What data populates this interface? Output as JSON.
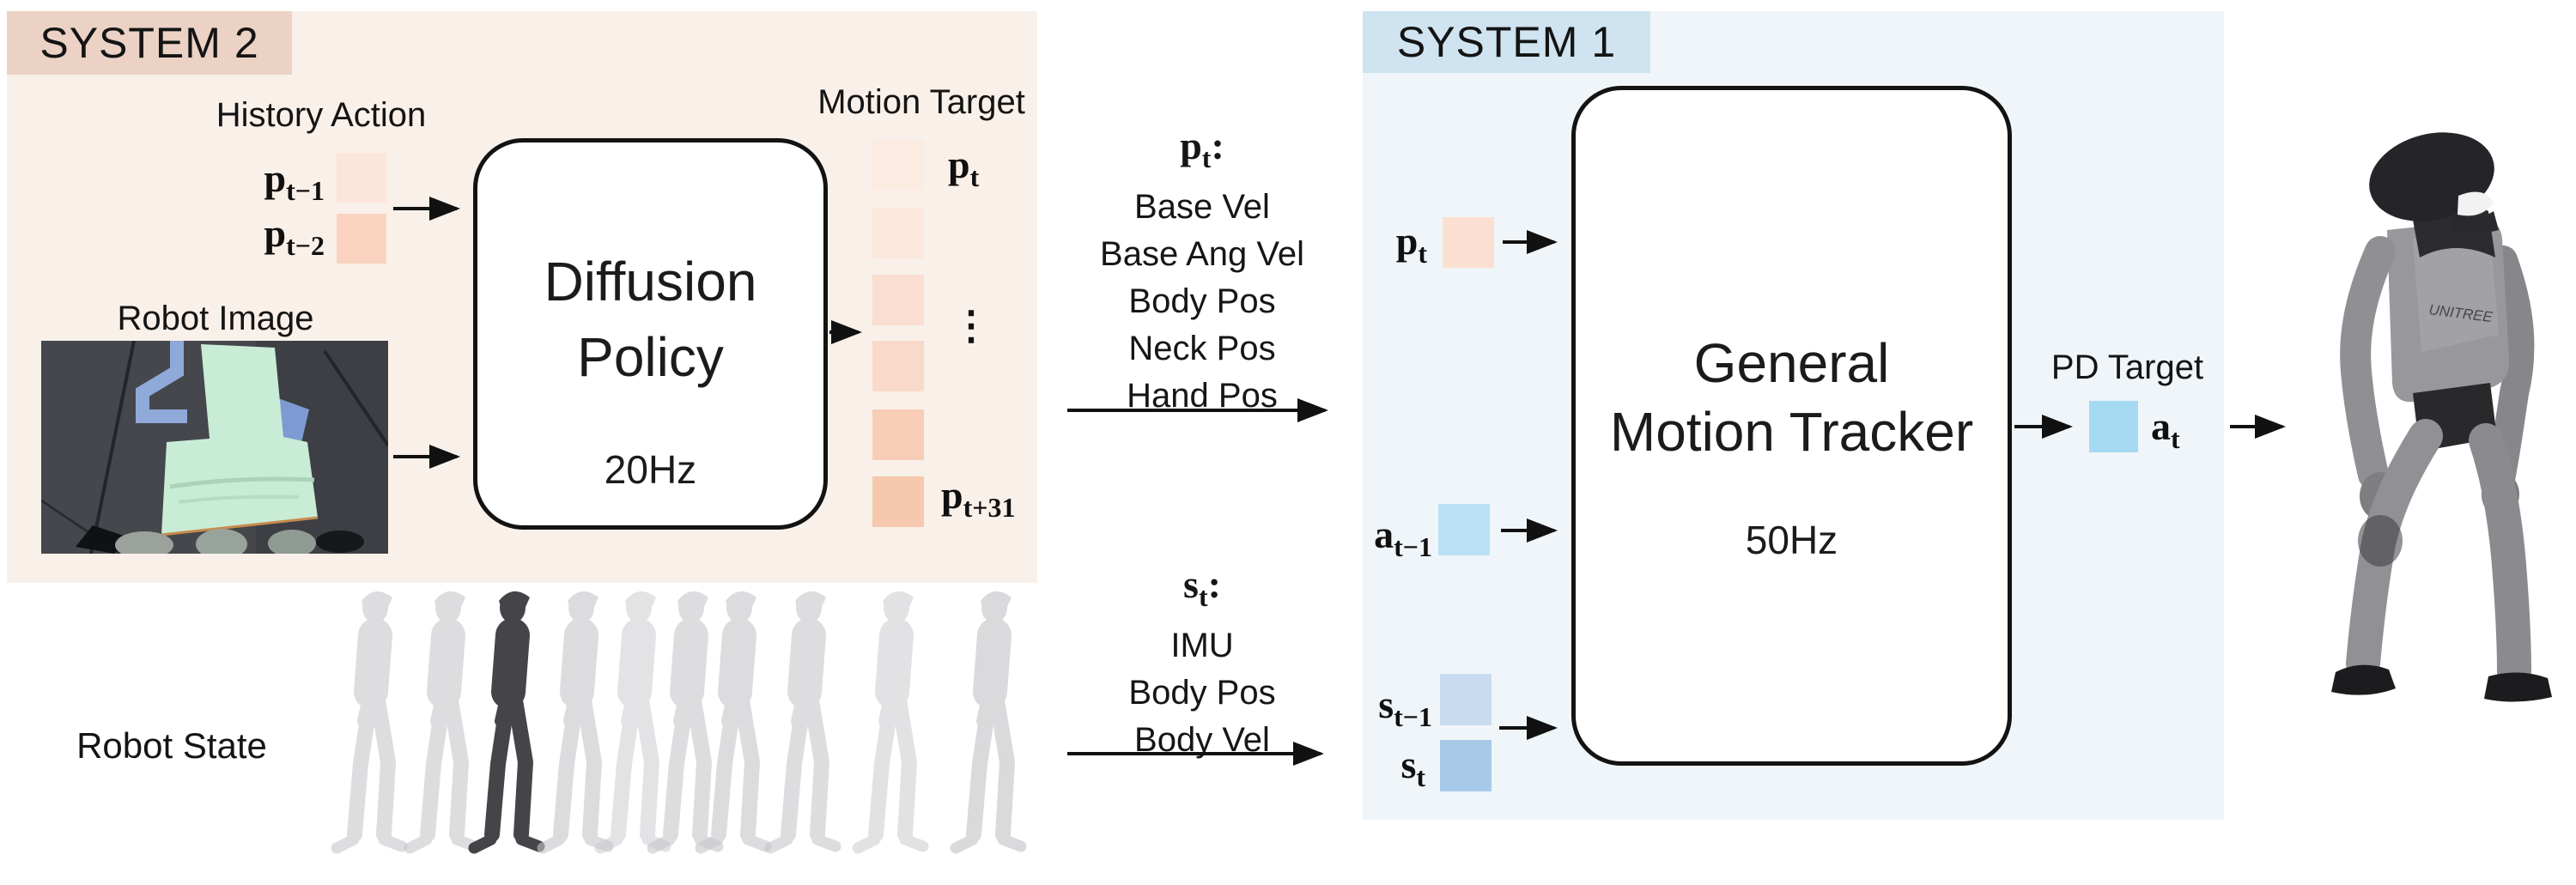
{
  "colors": {
    "s2_panel": "#f9f0ea",
    "s2_chip": "#ebd2c5",
    "s1_panel": "#eff5f9",
    "s1_chip": "#cfe3f0",
    "hist_sq1": "#fce5d9",
    "hist_sq2": "#f9d3c0",
    "mt_squares": [
      "#fcebe1",
      "#fce8dc",
      "#f9ded1",
      "#f9d9c9",
      "#f8cdb6",
      "#f6c8ae"
    ],
    "s1_pt_sq": "#fbe0d1",
    "s1_atm1_sq": "#b9e0f5",
    "s1_stm1_sq": "#c9dcef",
    "s1_st_sq": "#a9c9e9",
    "pd_sq": "#a5daf2"
  },
  "system2": {
    "label": "SYSTEM 2",
    "history_action_title": "History Action",
    "p_tm1": {
      "base": "p",
      "sub": "t−1"
    },
    "p_tm2": {
      "base": "p",
      "sub": "t−2"
    },
    "robot_image_title": "Robot Image",
    "diffusion_box": {
      "line1": "Diffusion",
      "line2": "Policy",
      "rate": "20Hz"
    },
    "motion_target_title": "Motion Target",
    "mt_first": {
      "base": "p",
      "sub": "t"
    },
    "mt_ellipsis": "⋮",
    "mt_last": {
      "base": "p",
      "sub": "t+31"
    }
  },
  "mid": {
    "pt_head": {
      "base": "p",
      "sub": "t",
      "suffix": ":"
    },
    "pt_items": [
      "Base Vel",
      "Base Ang Vel",
      "Body Pos",
      "Neck Pos",
      "Hand Pos"
    ],
    "st_head": {
      "base": "s",
      "sub": "t",
      "suffix": ":"
    },
    "st_items": [
      "IMU",
      "Body Pos",
      "Body Vel"
    ],
    "robot_state_title": "Robot State"
  },
  "system1": {
    "label": "SYSTEM 1",
    "pt": {
      "base": "p",
      "sub": "t"
    },
    "atm1": {
      "base": "a",
      "sub": "t−1"
    },
    "stm1": {
      "base": "s",
      "sub": "t−1"
    },
    "st": {
      "base": "s",
      "sub": "t"
    },
    "tracker": {
      "line1": "General",
      "line2": "Motion Tracker",
      "rate": "50Hz"
    },
    "pd_target_title": "PD Target",
    "at": {
      "base": "a",
      "sub": "t"
    },
    "robot_logo": "UNITREE"
  }
}
